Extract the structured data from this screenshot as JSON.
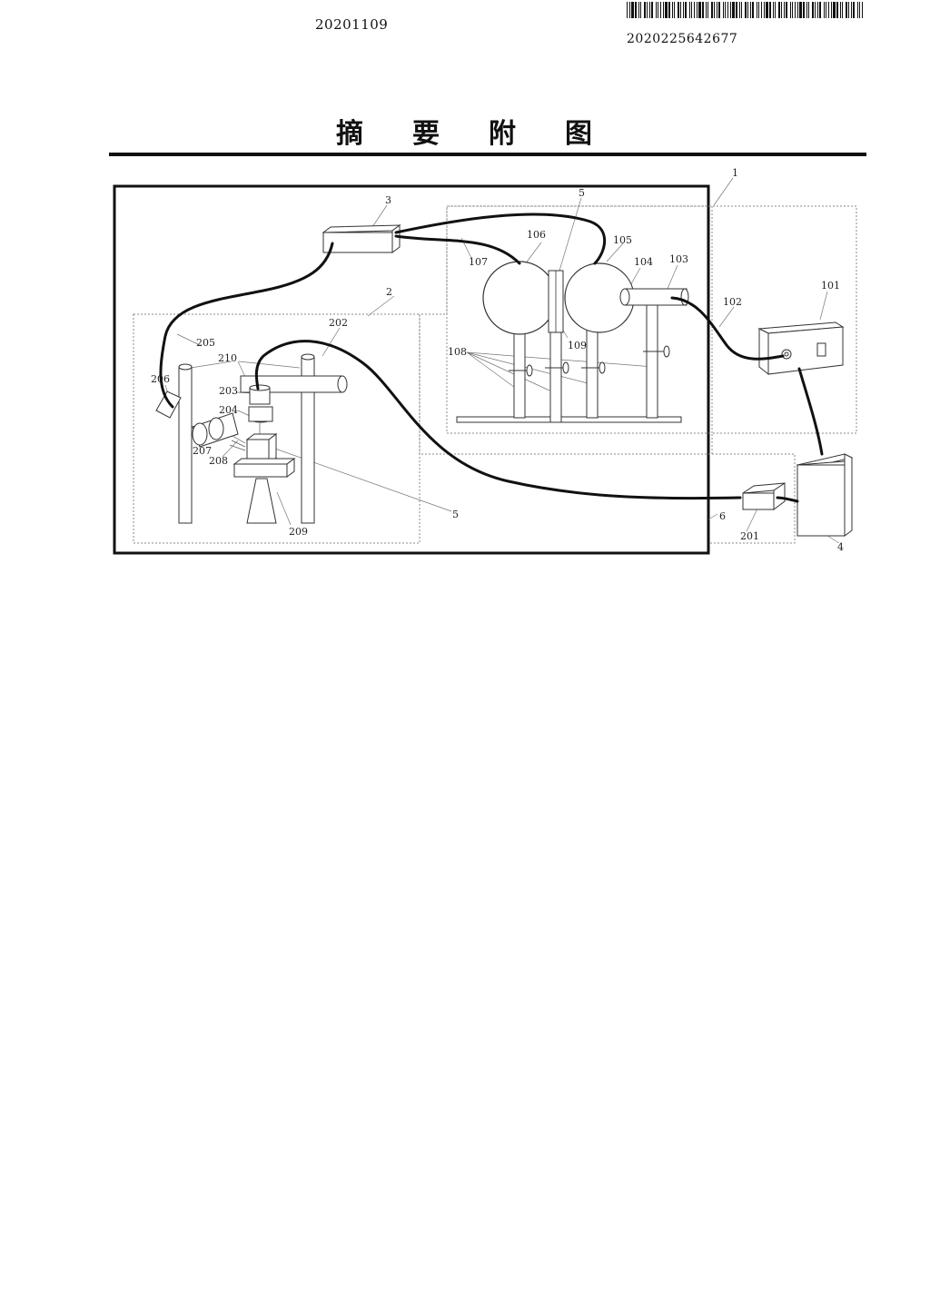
{
  "header": {
    "date": "20201109",
    "document_number": "2020225642677"
  },
  "title_chars": [
    "摘",
    "要",
    "附",
    "图"
  ],
  "figure": {
    "labels": {
      "l1": "1",
      "l2": "2",
      "l3": "3",
      "l4": "4",
      "l5a": "5",
      "l5b": "5",
      "l6": "6",
      "l101": "101",
      "l102": "102",
      "l103": "103",
      "l104": "104",
      "l105": "105",
      "l106": "106",
      "l107": "107",
      "l108": "108",
      "l109": "109",
      "l201": "201",
      "l202": "202",
      "l203": "203",
      "l204": "204",
      "l205": "205",
      "l206": "206",
      "l207": "207",
      "l208": "208",
      "l209": "209",
      "l210": "210"
    }
  }
}
